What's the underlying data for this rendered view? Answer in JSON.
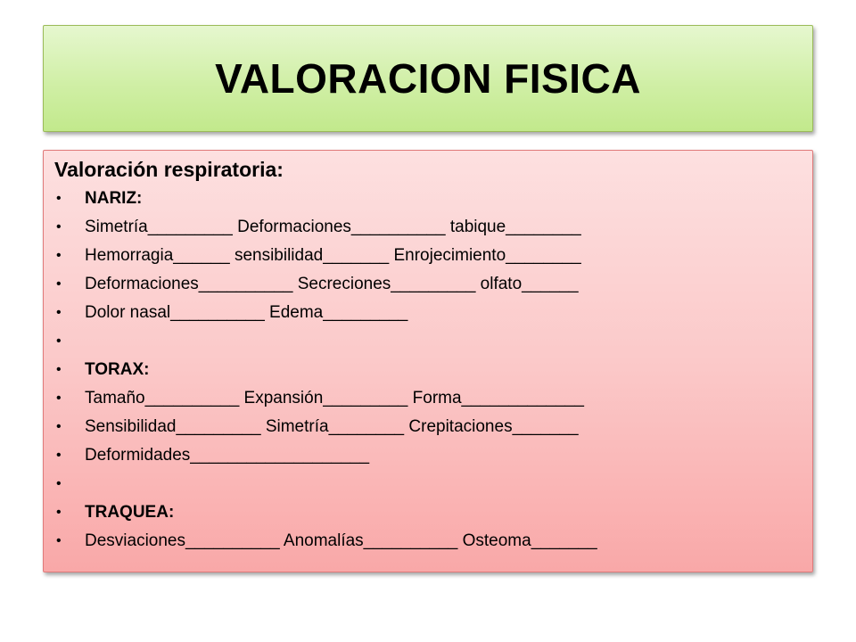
{
  "title": "VALORACION FISICA",
  "section": {
    "heading": "Valoración respiratoria:",
    "items": [
      {
        "text": "NARIZ:",
        "heading": true
      },
      {
        "text": "Simetría_________  Deformaciones__________  tabique________",
        "heading": false
      },
      {
        "text": "Hemorragia______  sensibilidad_______  Enrojecimiento________",
        "heading": false
      },
      {
        "text": "Deformaciones__________  Secreciones_________  olfato______",
        "heading": false
      },
      {
        "text": "Dolor nasal__________  Edema_________",
        "heading": false
      },
      {
        "text": "",
        "heading": false
      },
      {
        "text": "TORAX:",
        "heading": true
      },
      {
        "text": "Tamaño__________  Expansión_________  Forma_____________",
        "heading": false
      },
      {
        "text": "Sensibilidad_________  Simetría________  Crepitaciones_______",
        "heading": false
      },
      {
        "text": "Deformidades___________________",
        "heading": false
      },
      {
        "text": "",
        "heading": false
      },
      {
        "text": "TRAQUEA:",
        "heading": true
      },
      {
        "text": "Desviaciones__________  Anomalías__________  Osteoma_______",
        "heading": false
      }
    ]
  }
}
